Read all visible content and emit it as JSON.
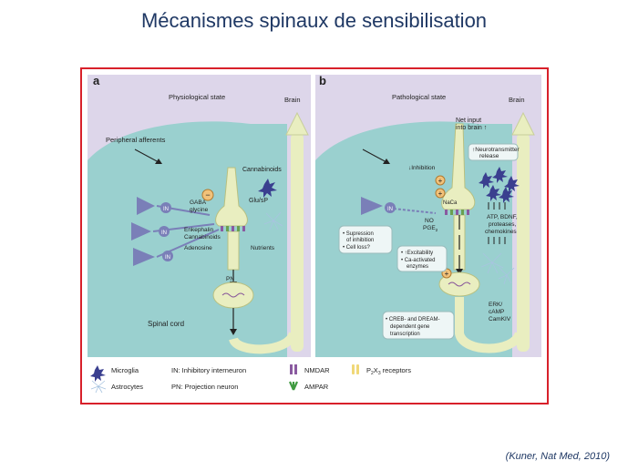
{
  "slide": {
    "title": "Mécanismes spinaux de sensibilisation",
    "citation": "(Kuner, Nat Med, 2010)"
  },
  "panel_a": {
    "letter": "a",
    "state": "Physiological state",
    "brain": "Brain",
    "peripheral_afferents": "Peripheral afferents",
    "cannabinoids": "Cannabinoids",
    "glu_sp": "Glu/sP",
    "gaba_1": "GABA",
    "gaba_2": "glycine",
    "enk_1": "Enkephalin",
    "enk_2": "Cannabinoids",
    "adenosine": "Adenosine",
    "nutrients": "Nutrients",
    "pn": "PN",
    "spinal_cord": "Spinal cord",
    "in_label": "IN",
    "minus": "−"
  },
  "panel_b": {
    "letter": "b",
    "state": "Pathological state",
    "brain": "Brain",
    "net_input_1": "Net input",
    "net_input_2": "into brain ↑",
    "neurotransmitter_1": "↑Neurotransmitter",
    "neurotransmitter_2": "release",
    "inhibition": "↓Inhibition",
    "no": "NO",
    "pge": "PGE",
    "pge_sub": "2",
    "na": "Na",
    "ca": "Ca",
    "atp_1": "ATP, BDNF,",
    "atp_2": "proteases,",
    "atp_3": "chemokines",
    "supp_1": "• Supression",
    "supp_2": "of inhibition",
    "supp_3": "• Cell loss?",
    "exc_1": "• ↑Excitability",
    "exc_2": "• Ca",
    "exc_2b": "-activated",
    "exc_3": "enzymes",
    "creb_1": "• CREB- and DREAM-",
    "creb_2": "dependent gene",
    "creb_3": "transcription",
    "erk_1": "ERK/",
    "erk_2": "cAMP",
    "erk_3": "CamKIV",
    "in_label": "IN",
    "plus": "+"
  },
  "legend": {
    "microglia": "Microglia",
    "astrocytes": "Astrocytes",
    "in_def": "IN: Inhibitory interneuron",
    "pn_def": "PN: Projection neuron",
    "nmdar": "NMDAR",
    "ampar": "AMPAR",
    "p2x3": "P",
    "p2x3_sub1": "2",
    "p2x3_mid": "X",
    "p2x3_sub2": "3",
    "p2x3_rest": " receptors"
  },
  "colors": {
    "spinal_cord": "#9ad0cf",
    "background": "#ddd6ea",
    "neuron": "#e9eec0",
    "interneuron": "#7a7fb8",
    "microglia": "#3a3f8f",
    "frame": "#d8202a",
    "title": "#1f3864"
  }
}
